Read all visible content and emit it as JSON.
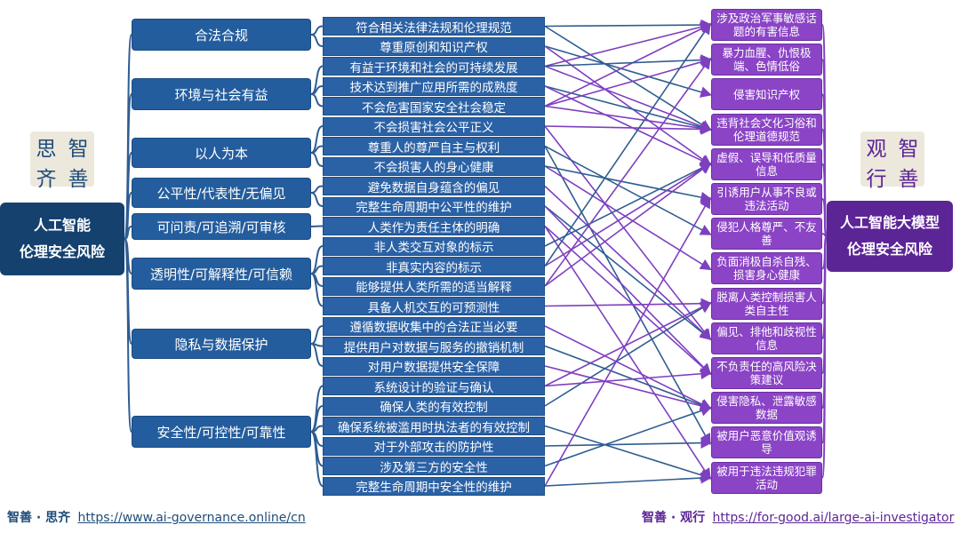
{
  "left_root": {
    "line1": "人工智能",
    "line2": "伦理安全风险"
  },
  "right_root": {
    "line1": "人工智能大模型",
    "line2": "伦理安全风险"
  },
  "seal_left": [
    "思",
    "智",
    "齐",
    "善"
  ],
  "seal_right": [
    "观",
    "智",
    "行",
    "善"
  ],
  "categories": [
    {
      "label": "合法合规"
    },
    {
      "label": "环境与社会有益"
    },
    {
      "label": "以人为本"
    },
    {
      "label": "公平性/代表性/无偏见"
    },
    {
      "label": "可问责/可追溯/可审核"
    },
    {
      "label": "透明性/可解释性/可信赖"
    },
    {
      "label": "隐私与数据保护"
    },
    {
      "label": "安全性/可控性/可靠性"
    }
  ],
  "principles": [
    "符合相关法律法规和伦理规范",
    "尊重原创和知识产权",
    "有益于环境和社会的可持续发展",
    "技术达到推广应用所需的成熟度",
    "不会危害国家安全社会稳定",
    "不会损害社会公平正义",
    "尊重人的尊严自主与权利",
    "不会损害人的身心健康",
    "避免数据自身蕴含的偏见",
    "完整生命周期中公平性的维护",
    "人类作为责任主体的明确",
    "非人类交互对象的标示",
    "非真实内容的标示",
    "能够提供人类所需的适当解释",
    "具备人机交互的可预测性",
    "遵循数据收集中的合法正当必要",
    "提供用户对数据与服务的撤销机制",
    "对用户数据提供安全保障",
    "系统设计的验证与确认",
    "确保人类的有效控制",
    "确保系统被滥用时执法者的有效控制",
    "对于外部攻击的防护性",
    "涉及第三方的安全性",
    "完整生命周期中安全性的维护"
  ],
  "risks": [
    "涉及政治军事敏感话题的有害信息",
    "暴力血腥、仇恨极端、色情低俗",
    "侵害知识产权",
    "违背社会文化习俗和伦理道德规范",
    "虚假、误导和低质量信息",
    "引诱用户从事不良或违法活动",
    "侵犯人格尊严、不友善",
    "负面消极自杀自残、损害身心健康",
    "脱离人类控制损害人类自主性",
    "偏见、排他和歧视性信息",
    "不负责任的高风险决策建议",
    "侵害隐私、泄露敏感数据",
    "被用户恶意价值观诱导",
    "被用于违法违规犯罪活动"
  ],
  "footer_left": {
    "brand": "智善 · 思齐",
    "url": "https://www.ai-governance.online/cn"
  },
  "footer_right": {
    "brand": "智善 · 观行",
    "url": "https://for-good.ai/large-ai-investigator"
  },
  "colors": {
    "left_root": "#15416f",
    "category": "#245d9d",
    "principle": "#2b62a6",
    "risk": "#8b44c6",
    "right_root": "#5c2596",
    "blue_link": "#2f5d91",
    "purple_link": "#7e3fc0"
  },
  "links": [
    [
      0,
      0
    ],
    [
      0,
      3
    ],
    [
      1,
      2
    ],
    [
      1,
      4
    ],
    [
      2,
      0
    ],
    [
      2,
      3
    ],
    [
      3,
      3
    ],
    [
      3,
      4
    ],
    [
      4,
      0
    ],
    [
      4,
      3
    ],
    [
      5,
      3
    ],
    [
      5,
      9
    ],
    [
      6,
      6
    ],
    [
      6,
      12
    ],
    [
      7,
      7
    ],
    [
      7,
      5
    ],
    [
      8,
      9
    ],
    [
      9,
      9
    ],
    [
      9,
      10
    ],
    [
      10,
      10
    ],
    [
      10,
      13
    ],
    [
      11,
      4
    ],
    [
      12,
      4
    ],
    [
      13,
      4
    ],
    [
      13,
      1
    ],
    [
      14,
      8
    ],
    [
      15,
      11
    ],
    [
      16,
      11
    ],
    [
      17,
      11
    ],
    [
      18,
      8
    ],
    [
      19,
      8
    ],
    [
      20,
      13
    ],
    [
      21,
      12
    ],
    [
      22,
      11
    ],
    [
      23,
      5
    ],
    [
      23,
      13
    ],
    [
      18,
      10
    ],
    [
      2,
      1
    ],
    [
      4,
      1
    ],
    [
      12,
      0
    ]
  ]
}
